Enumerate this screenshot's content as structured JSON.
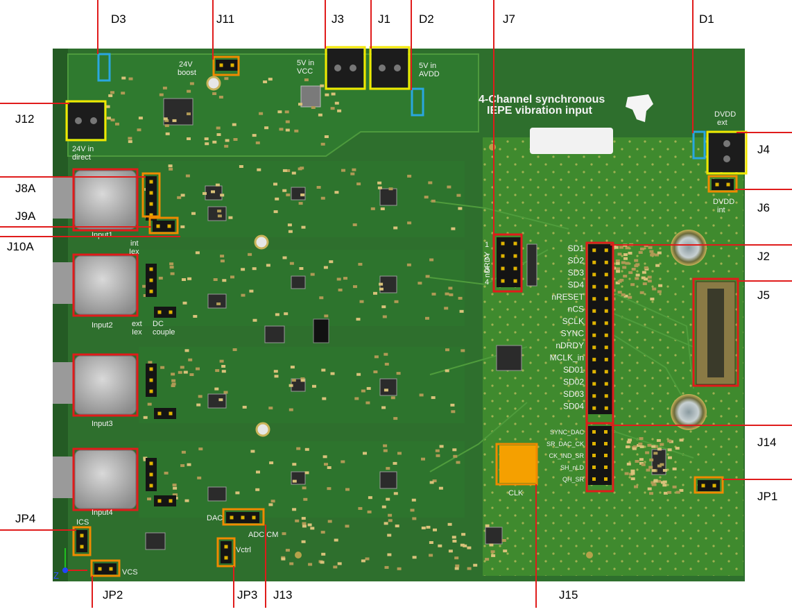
{
  "board": {
    "title_line1": "4-Channel synchronous",
    "title_line2": "IEPE vibration input",
    "pcb_color": "#2f7a2f",
    "pcb_dark": "#275f27",
    "pcb_light": "#5fa83a"
  },
  "callouts": [
    {
      "id": "D3",
      "label": "D3"
    },
    {
      "id": "J11",
      "label": "J11"
    },
    {
      "id": "J3",
      "label": "J3"
    },
    {
      "id": "J1",
      "label": "J1"
    },
    {
      "id": "D2",
      "label": "D2"
    },
    {
      "id": "J7",
      "label": "J7"
    },
    {
      "id": "D1",
      "label": "D1"
    },
    {
      "id": "J12",
      "label": "J12"
    },
    {
      "id": "J4",
      "label": "J4"
    },
    {
      "id": "J8A",
      "label": "J8A"
    },
    {
      "id": "J6",
      "label": "J6"
    },
    {
      "id": "J9A",
      "label": "J9A"
    },
    {
      "id": "J10A",
      "label": "J10A"
    },
    {
      "id": "J2",
      "label": "J2"
    },
    {
      "id": "J5",
      "label": "J5"
    },
    {
      "id": "J14",
      "label": "J14"
    },
    {
      "id": "JP1",
      "label": "JP1"
    },
    {
      "id": "JP4",
      "label": "JP4"
    },
    {
      "id": "JP2",
      "label": "JP2"
    },
    {
      "id": "JP3",
      "label": "JP3"
    },
    {
      "id": "J13",
      "label": "J13"
    },
    {
      "id": "J15",
      "label": "J15"
    }
  ],
  "silkscreen": {
    "boost": [
      "24V",
      "boost"
    ],
    "vcc": [
      "5V in",
      "VCC"
    ],
    "avdd": [
      "5V in",
      "AVDD"
    ],
    "direct": [
      "24V in",
      "direct"
    ],
    "dvdd_ext": [
      "DVDD",
      "ext"
    ],
    "dvdd_int": [
      "DVDD",
      "int"
    ],
    "inputs": [
      "Input1",
      "Input2",
      "Input3",
      "Input4"
    ],
    "int_iex": [
      "int",
      "Iex"
    ],
    "ext_iex": [
      "ext",
      "Iex"
    ],
    "dc_couple": [
      "DC",
      "couple"
    ],
    "ndrdy_vertical": "nDRDY",
    "j7_pins": [
      "1",
      "2",
      "3",
      "4"
    ],
    "j2_signals": [
      "SD1",
      "SD2",
      "SD3",
      "SD4",
      "nRESET",
      "nCS",
      "SCLK",
      "SYNC",
      "nDRDY",
      "MCLK_in",
      "SD01",
      "SD02",
      "SD03",
      "SD04"
    ],
    "j14_signals": [
      "SYNC_DAC",
      "SR_DAC_CK",
      "CK_IND_SR",
      "SH_nLD",
      "QH_SR"
    ],
    "clk": "CLK",
    "dac": "DAC",
    "adc_cm": "ADC CM",
    "ics": "ICS",
    "vcs": "VCS",
    "vctrl": "Vctrl",
    "axis": "Z"
  },
  "colors": {
    "yellow_box": "#f2e600",
    "blue_box": "#2aa7e0",
    "red_box": "#e01b1b",
    "orange_box": "#f08a00",
    "leader": "#e01b1b"
  }
}
